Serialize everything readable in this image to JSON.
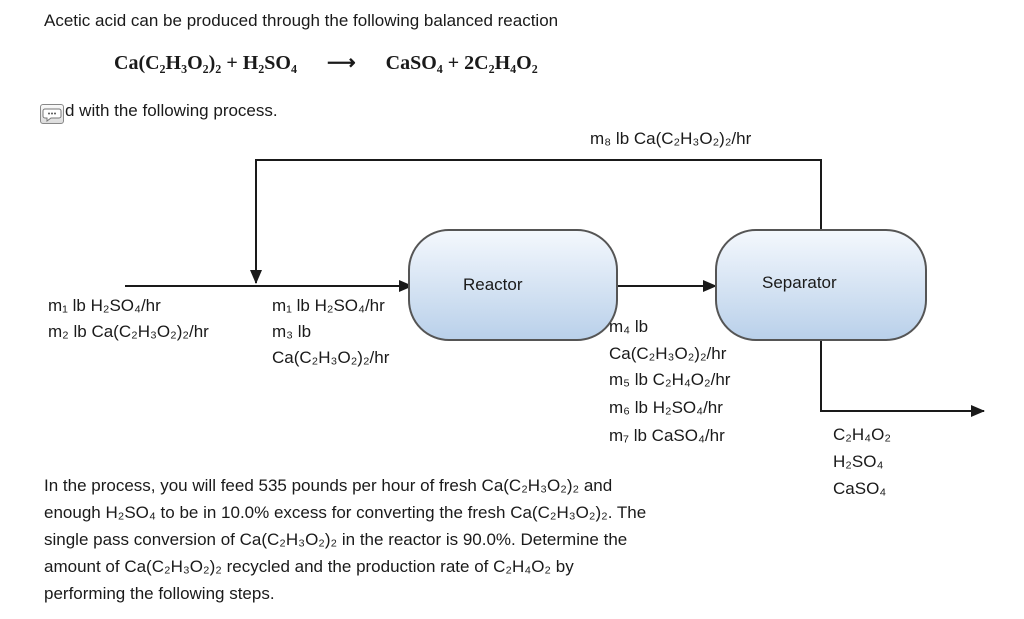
{
  "intro": "Acetic acid can be produced through the following balanced reaction",
  "equation": {
    "reactant1": "Ca(C₂H₃O₂)₂",
    "plus1": "+",
    "reactant2": "H₂SO₄",
    "arrow": "⟶",
    "product1": "CaSO₄",
    "plus2": "+",
    "product2": "2C₂H₄O₂"
  },
  "process_line": "d with the following process.",
  "icons": {
    "chat": "comment-bubble-icon"
  },
  "diagram": {
    "recycle_label": "m₈ lb Ca(C₂H₃O₂)₂/hr",
    "reactor_label": "Reactor",
    "separator_label": "Separator",
    "feed_label_1": "m₁ lb H₂SO₄/hr",
    "feed_label_2": "m₂ lb Ca(C₂H₃O₂)₂/hr",
    "mixed_label_1": "m₁ lb H₂SO₄/hr",
    "mixed_label_2": "m₃ lb",
    "mixed_label_3": "Ca(C₂H₃O₂)₂/hr",
    "reactor_out_1": "m₄ lb",
    "reactor_out_2": "Ca(C₂H₃O₂)₂/hr",
    "reactor_out_3": "m₅ lb C₂H₄O₂/hr",
    "reactor_out_4": "m₆ lb H₂SO₄/hr",
    "reactor_out_5": "m₇ lb CaSO₄/hr",
    "product_1": "C₂H₄O₂",
    "product_2": "H₂SO₄",
    "product_3": "CaSO₄"
  },
  "problem": {
    "line1": "In the process, you will feed 535 pounds per hour of fresh Ca(C₂H₃O₂)₂ and",
    "line2": "enough H₂SO₄ to be in 10.0% excess for converting the fresh Ca(C₂H₃O₂)₂. The",
    "line3": "single pass conversion of Ca(C₂H₃O₂)₂ in the reactor is 90.0%. Determine the",
    "line4": "amount of Ca(C₂H₃O₂)₂ recycled and the production rate of C₂H₄O₂ by",
    "line5": "performing the following steps."
  },
  "colors": {
    "vessel_fill_top": "#f4f8fd",
    "vessel_fill_bottom": "#b9d0ea",
    "vessel_stroke": "#555555",
    "line": "#1a1a1a"
  }
}
